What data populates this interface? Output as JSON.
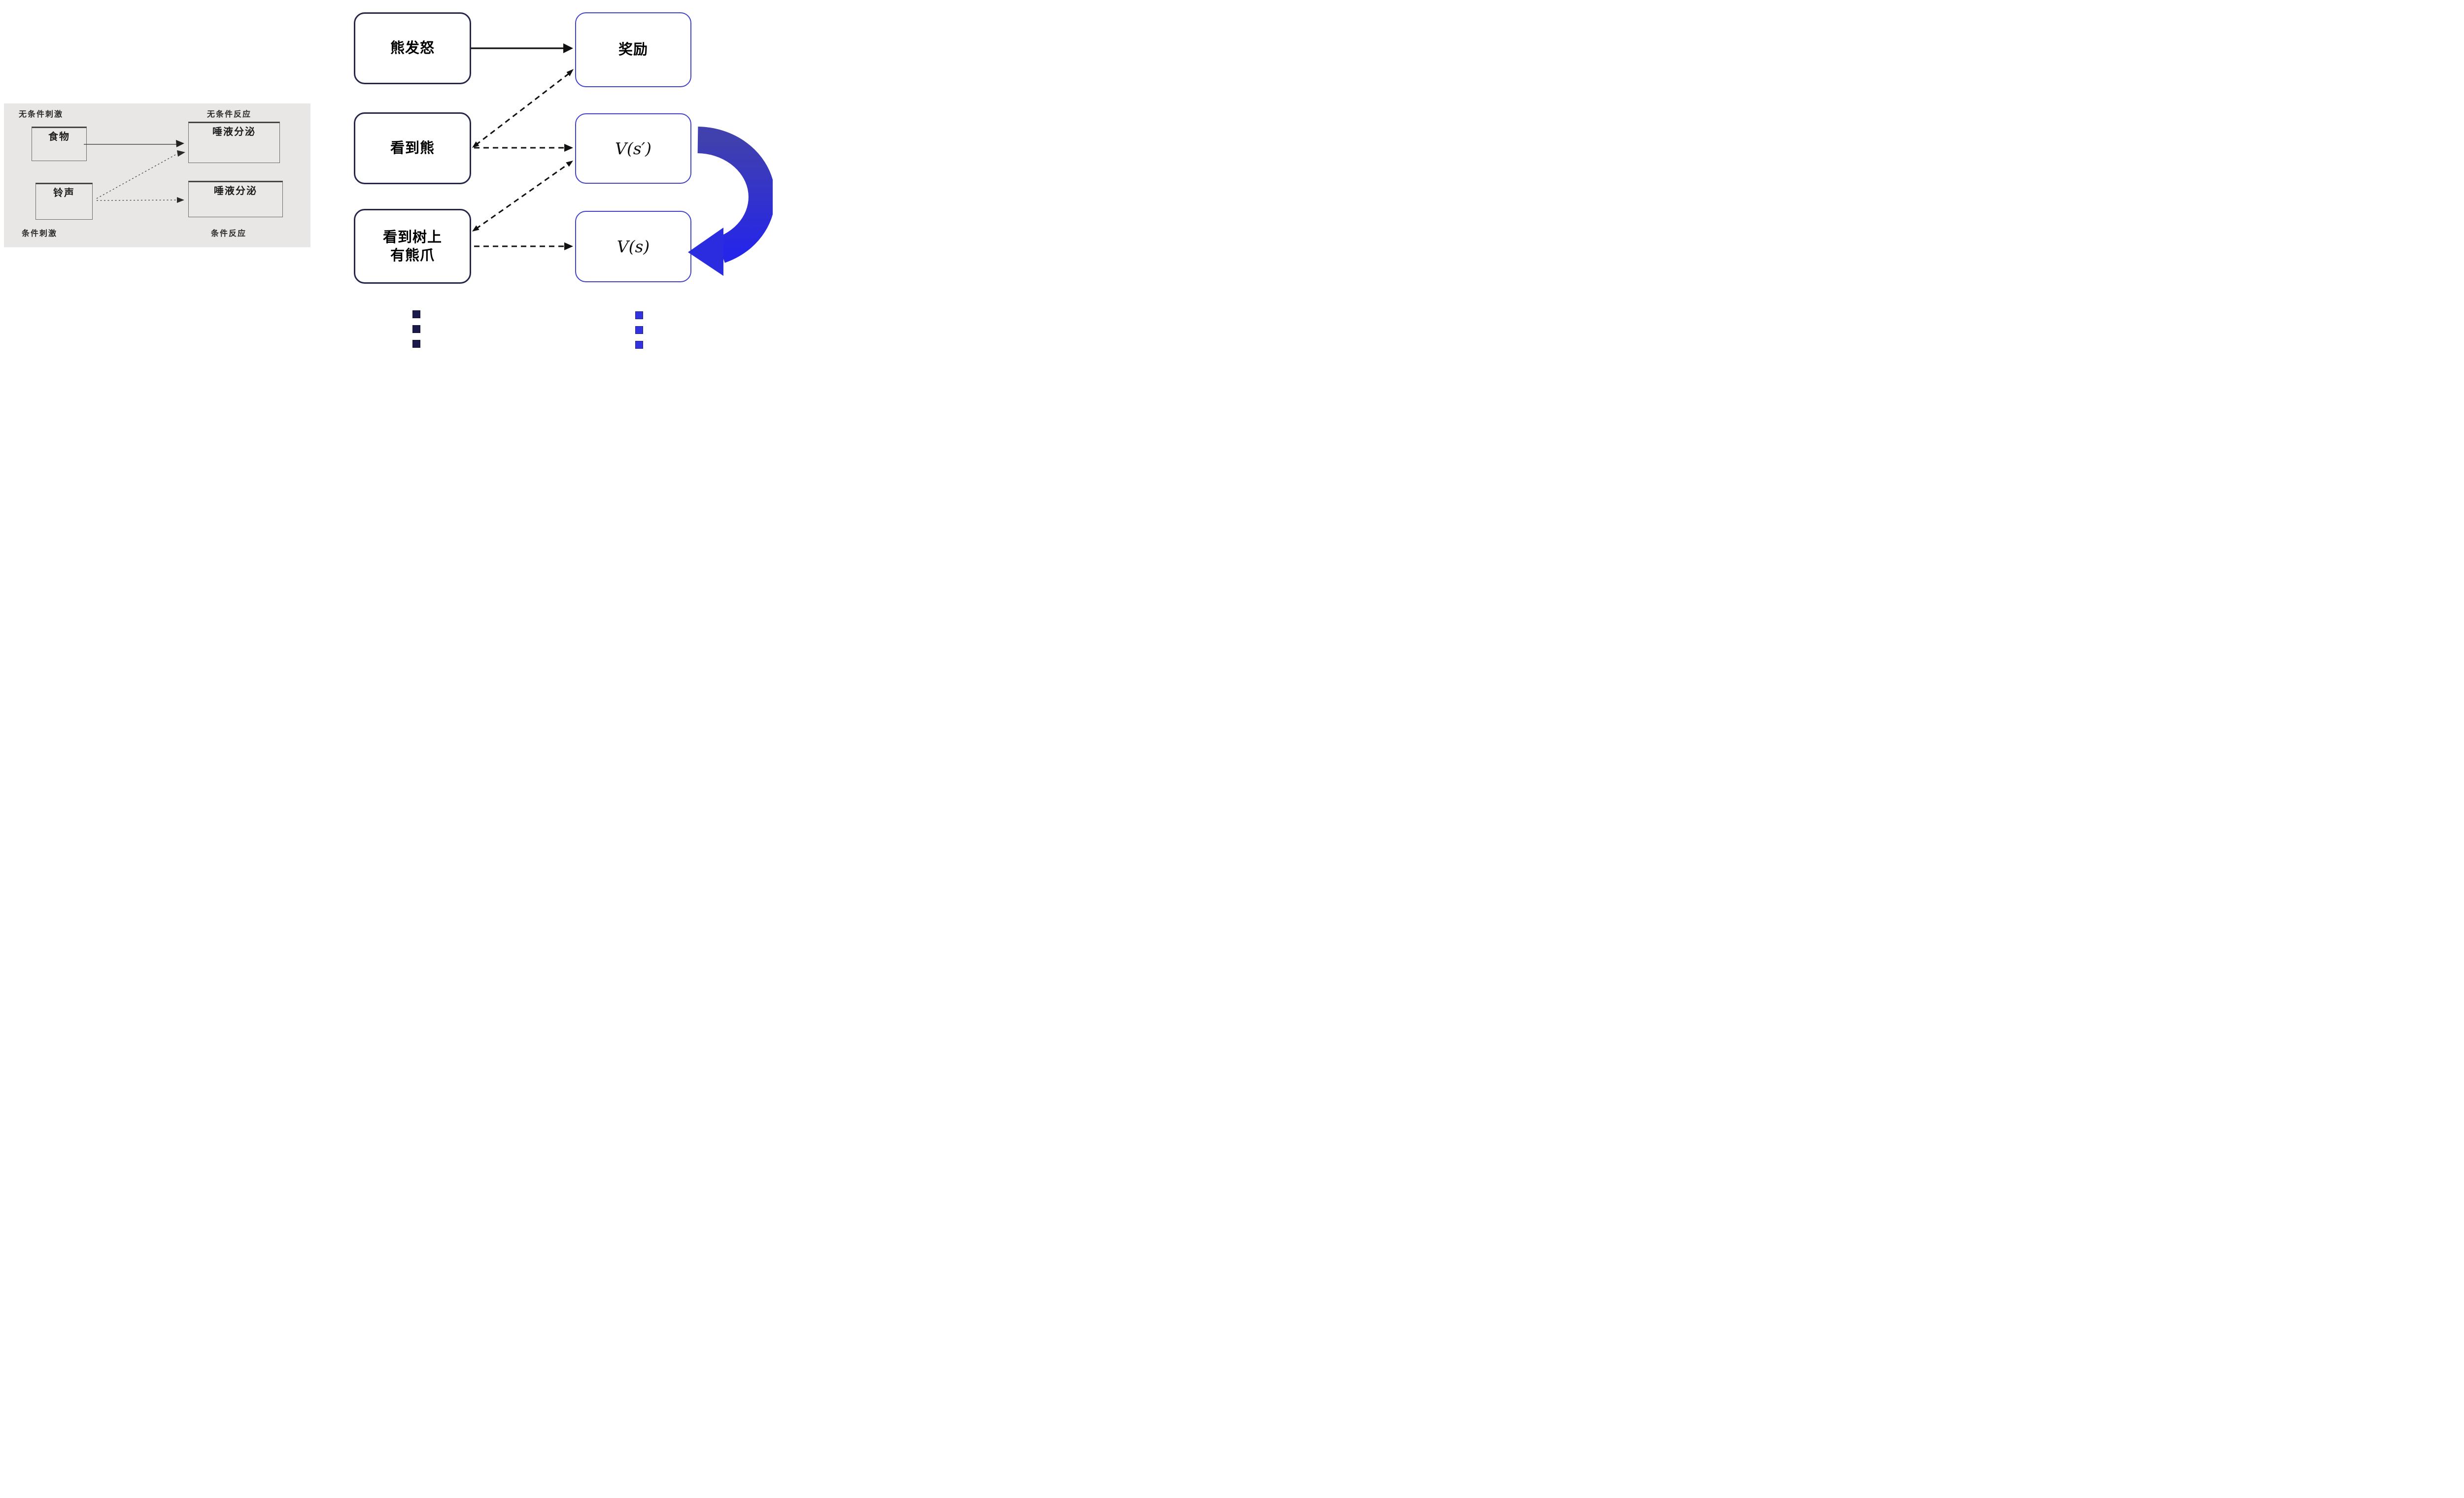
{
  "figure": {
    "left_panel": {
      "label_unconditioned_stimulus": "无条件刺激",
      "label_unconditioned_response": "无条件反应",
      "label_conditioned_stimulus": "条件刺激",
      "label_conditioned_response": "条件反应",
      "box_food": "食物",
      "box_unconditioned_response": "唾液分泌",
      "box_bell": "铃声",
      "box_conditioned_response": "唾液分泌"
    },
    "right_panel": {
      "box_bear_angry": "熊发怒",
      "box_reward": "奖励",
      "box_see_bear": "看到熊",
      "box_value_next": "V(s′)",
      "box_see_claw_line1": "看到树上",
      "box_see_claw_line2": "有熊爪",
      "box_value_current": "V(s)"
    },
    "colors": {
      "left_panel_bg": "#e8e7e5",
      "left_line_gray": "#4a4a4a",
      "navy_box_border": "#26264b",
      "blue_box_border": "#4242c8",
      "solid_arrow_black": "#111111",
      "loop_arrow_blue_top": "#4040ae",
      "loop_arrow_blue_bottom": "#2626e8",
      "left_dots": "#1a1a4a",
      "right_dots": "#3333dd"
    }
  }
}
